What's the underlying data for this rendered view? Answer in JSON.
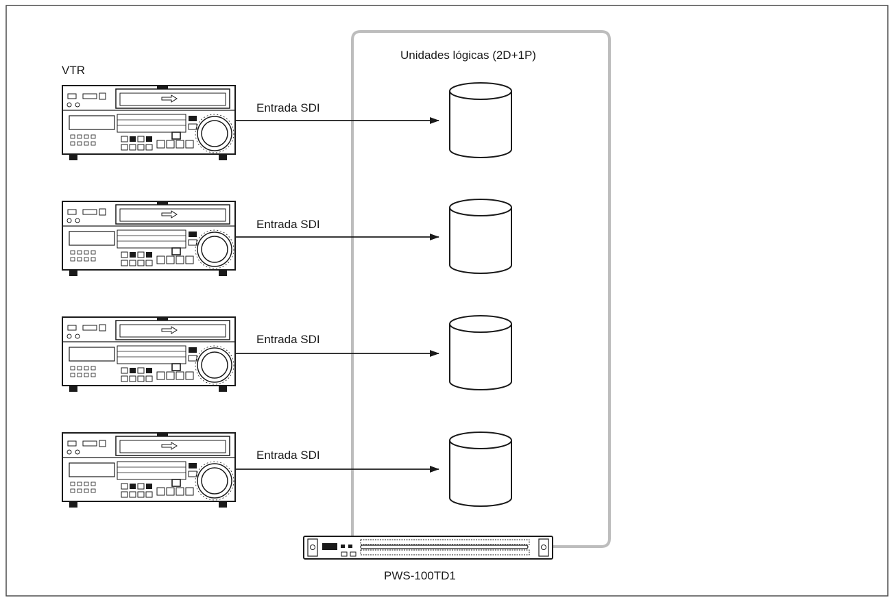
{
  "vtr_label": "VTR",
  "logical_units_label": "Unidades lógicas (2D+1P)",
  "server_label": "PWS-100TD1",
  "connections": [
    {
      "label": "Entrada SDI"
    },
    {
      "label": "Entrada SDI"
    },
    {
      "label": "Entrada SDI"
    },
    {
      "label": "Entrada SDI"
    }
  ],
  "colors": {
    "frame": "#4a4a4a",
    "group_box": "#bdbdbd",
    "line": "#1a1a1a"
  }
}
